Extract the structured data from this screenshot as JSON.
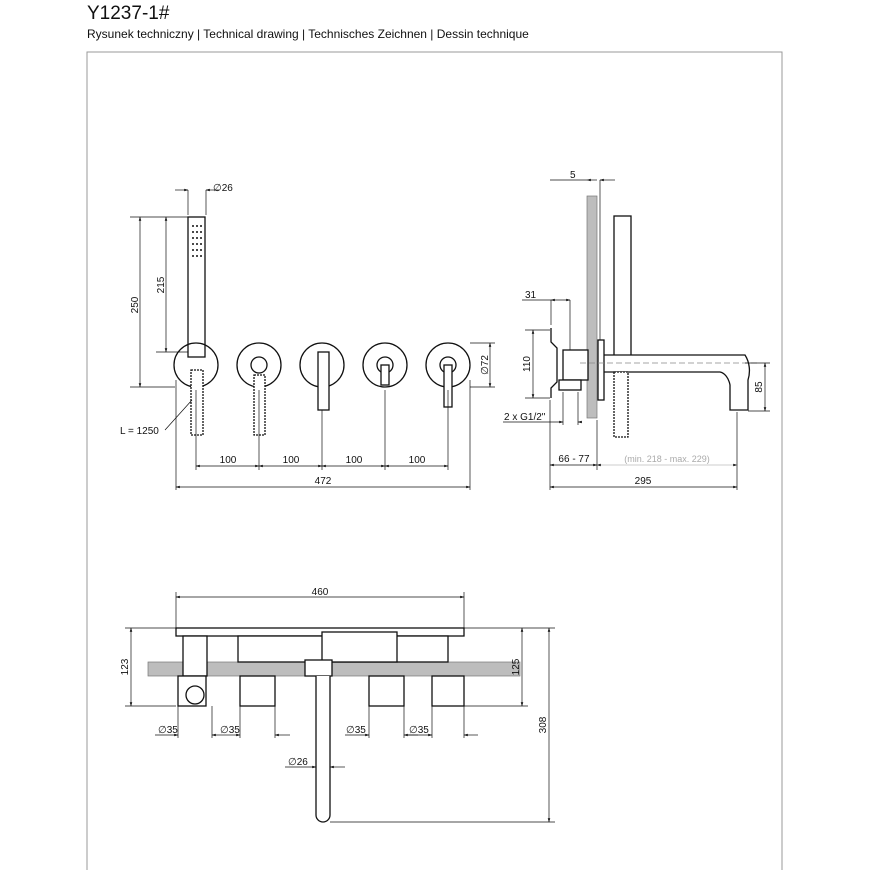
{
  "header": {
    "title": "Y1237-1#",
    "subtitle": "Rysunek techniczny | Technical drawing | Technisches Zeichnen | Dessin technique"
  },
  "front_view": {
    "dia_handshower": "∅26",
    "height_total": "250",
    "height_handshower": "215",
    "dia_rosette": "∅72",
    "hose_length": "L = 1250",
    "spacing": [
      "100",
      "100",
      "100",
      "100"
    ],
    "width_total": "472"
  },
  "side_view": {
    "wall_finish": "5",
    "body_depth": "31",
    "body_height": "110",
    "connections": "2 x G1/2\"",
    "install_depth": "66 - 77",
    "projection_range": "(min. 218 - max. 229)",
    "spout_drop": "85",
    "projection_total": "295"
  },
  "top_view": {
    "plate_width": "460",
    "left_depth": "123",
    "right_depth": "125",
    "spout_length": "308",
    "dia_valves": [
      "∅35",
      "∅35",
      "∅35",
      "∅35"
    ],
    "dia_spout": "∅26"
  }
}
